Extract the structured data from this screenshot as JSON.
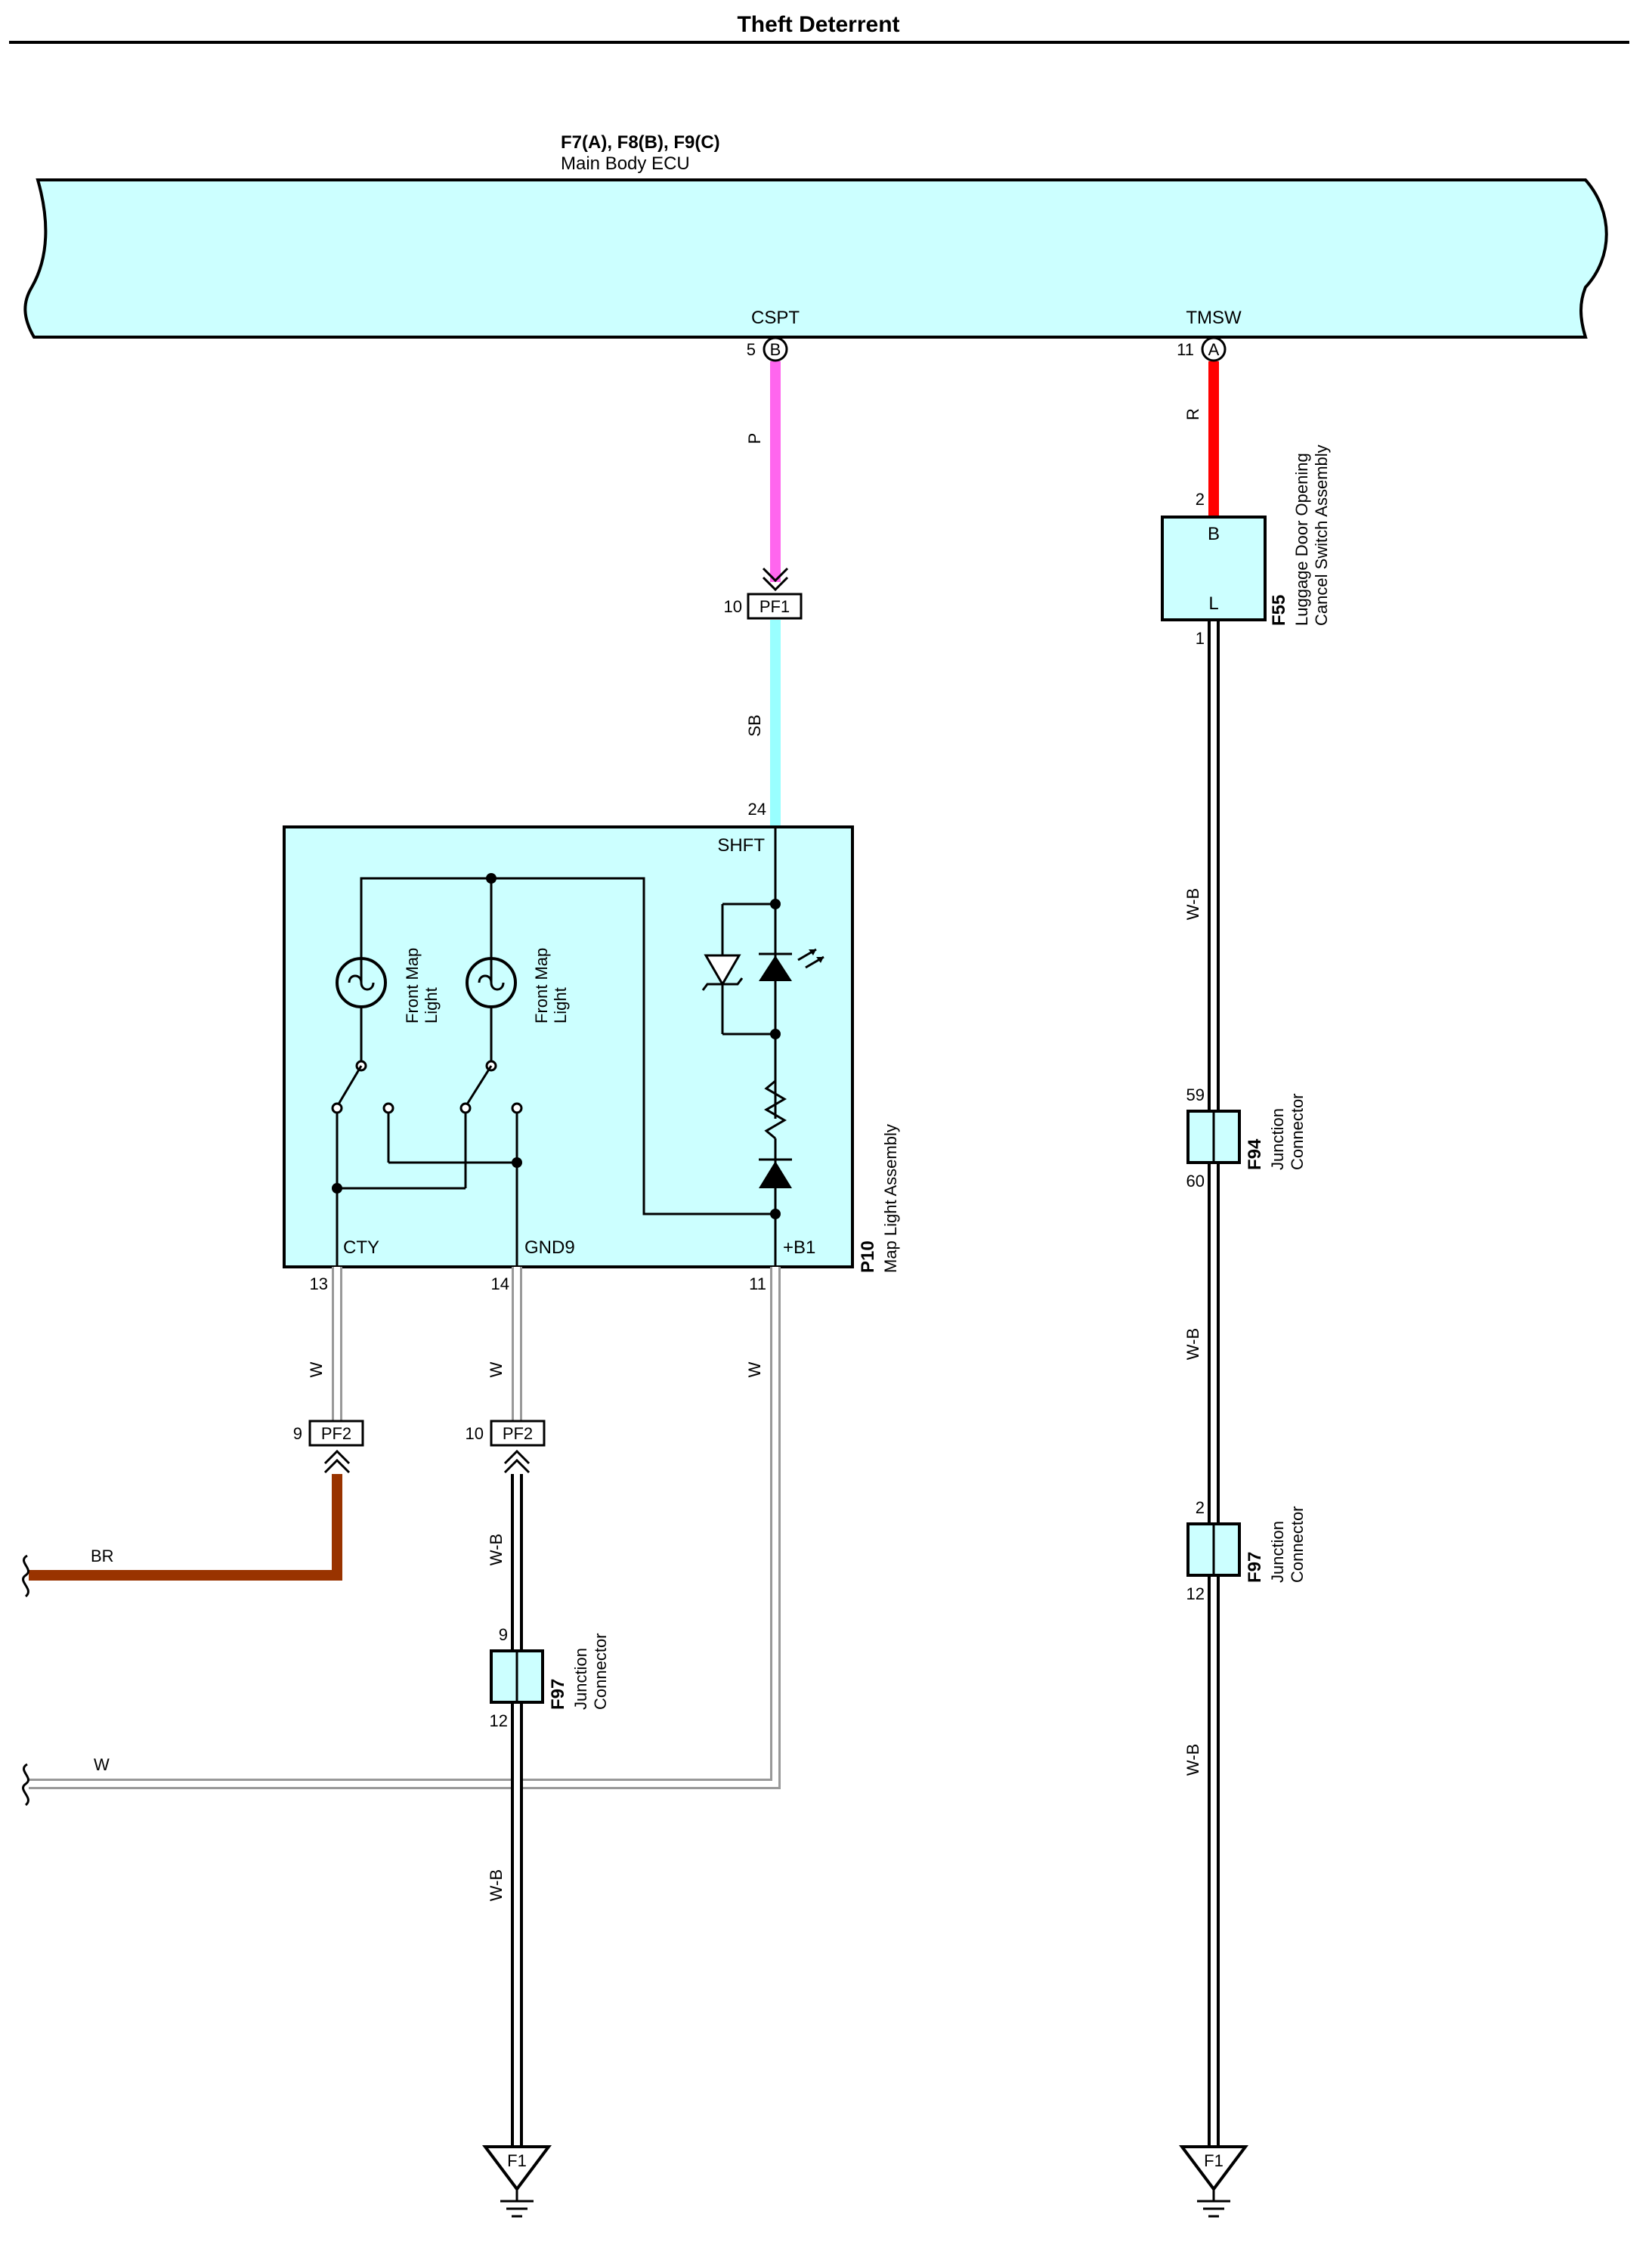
{
  "page": {
    "title": "Theft Deterrent"
  },
  "ecu": {
    "connectors": "F7(A), F8(B), F9(C)",
    "name": "Main Body ECU",
    "pins": {
      "cspt": {
        "label": "CSPT",
        "number": "5",
        "conn": "B"
      },
      "tmsw": {
        "label": "TMSW",
        "number": "11",
        "conn": "A"
      }
    }
  },
  "wires": {
    "pink": {
      "code": "P",
      "color": "#ff66ee"
    },
    "skyblue": {
      "code": "SB",
      "color": "#99ffff"
    },
    "red": {
      "code": "R",
      "color": "#ff0000"
    },
    "brown": {
      "code": "BR",
      "color": "#993300"
    },
    "white_cty": {
      "code": "W"
    },
    "white_gnd": {
      "code": "W"
    },
    "white_b1": {
      "code": "W"
    },
    "white_left": {
      "code": "W"
    },
    "wb_left_upper": {
      "code": "W-B"
    },
    "wb_left_lower": {
      "code": "W-B"
    },
    "wb_right_1": {
      "code": "W-B"
    },
    "wb_right_2": {
      "code": "W-B"
    },
    "wb_right_3": {
      "code": "W-B"
    }
  },
  "pf1": {
    "label": "PF1",
    "pin": "10"
  },
  "pf2_cty": {
    "label": "PF2",
    "pin": "9"
  },
  "pf2_gnd": {
    "label": "PF2",
    "pin": "10"
  },
  "map_light": {
    "id": "P10",
    "name": "Map Light Assembly",
    "pins": {
      "shft": {
        "label": "SHFT",
        "number": "24"
      },
      "cty": {
        "label": "CTY",
        "number": "13"
      },
      "gnd9": {
        "label": "GND9",
        "number": "14"
      },
      "b1": {
        "label": "+B1",
        "number": "11"
      }
    },
    "bulbs": [
      {
        "line1": "Front Map",
        "line2": "Light"
      },
      {
        "line1": "Front Map",
        "line2": "Light"
      }
    ]
  },
  "luggage_switch": {
    "id": "F55",
    "line1": "Luggage Door Opening",
    "line2": "Cancel Switch Assembly",
    "pin_b": {
      "label": "B",
      "number": "2"
    },
    "pin_l": {
      "label": "L",
      "number": "1"
    }
  },
  "f94": {
    "id": "F94",
    "line1": "Junction",
    "line2": "Connector",
    "pin_in": "59",
    "pin_out": "60"
  },
  "f97_right": {
    "id": "F97",
    "line1": "Junction",
    "line2": "Connector",
    "pin_in": "2",
    "pin_out": "12"
  },
  "f97_left": {
    "id": "F97",
    "line1": "Junction",
    "line2": "Connector",
    "pin_in": "9",
    "pin_out": "12"
  },
  "ground_left": {
    "label": "F1"
  },
  "ground_right": {
    "label": "F1"
  }
}
